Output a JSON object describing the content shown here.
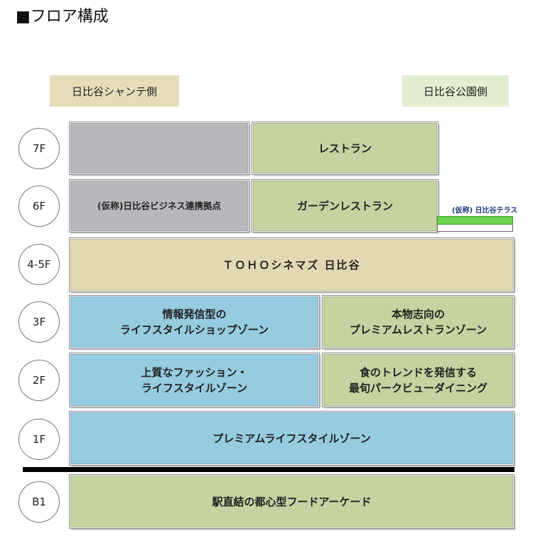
{
  "title": "■フロア構成",
  "sides": {
    "left": "日比谷シャンテ側",
    "right": "日比谷公園側"
  },
  "floors": [
    "7F",
    "6F",
    "4-5F",
    "3F",
    "2F",
    "1F",
    "B1"
  ],
  "zones": {
    "f7_left": "",
    "f7_right": "レストラン",
    "f6_left": "(仮称)日比谷ビジネス連携拠点",
    "f6_right": "ガーデンレストラン",
    "f6_terrace": "(仮称) 日比谷テラス",
    "f45": "ＴＯＨＯシネマズ 日比谷",
    "f3_left_1": "情報発信型の",
    "f3_left_2": "ライフスタイルショップゾーン",
    "f3_right_1": "本物志向の",
    "f3_right_2": "プレミアムレストランゾーン",
    "f2_left_1": "上質なファッション・",
    "f2_left_2": "ライフスタイルゾーン",
    "f2_right_1": "食のトレンドを発信する",
    "f2_right_2": "最旬パークビューダイニング",
    "f1": "プレミアムライフスタイルゾーン",
    "b1": "駅直結の都心型フードアーケード"
  },
  "colors": {
    "gray": "#b8b8bc",
    "green": "#c4d3a0",
    "beige": "#e2d8b2",
    "blue": "#96cbe0",
    "terrace": "#6dd24d"
  }
}
